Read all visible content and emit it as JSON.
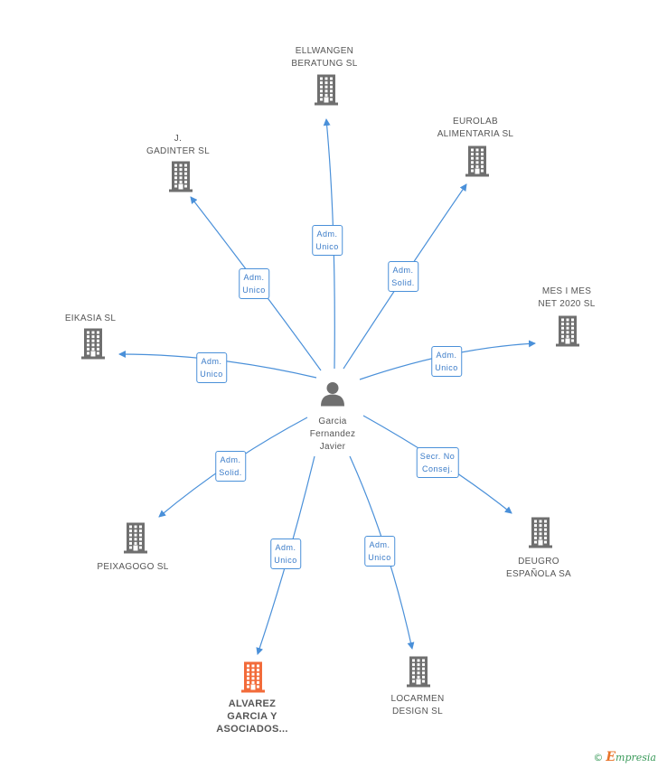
{
  "center": {
    "name_lines": [
      "Garcia",
      "Fernandez",
      "Javier"
    ]
  },
  "colors": {
    "line": "#4a90d9",
    "building": "#6f6f6f",
    "highlight": "#f26b3a",
    "text": "#555555"
  },
  "nodes": [
    {
      "id": "ellwangen",
      "lines": [
        "ELLWANGEN",
        "BERATUNG SL"
      ],
      "rel": [
        "Adm.",
        "Unico"
      ]
    },
    {
      "id": "gadinter",
      "lines": [
        "J.",
        "GADINTER SL"
      ],
      "rel": [
        "Adm.",
        "Unico"
      ]
    },
    {
      "id": "eurolab",
      "lines": [
        "EUROLAB",
        "ALIMENTARIA SL"
      ],
      "rel": [
        "Adm.",
        "Solid."
      ]
    },
    {
      "id": "mesimes",
      "lines": [
        "MES I MES",
        "NET 2020 SL"
      ],
      "rel": [
        "Adm.",
        "Unico"
      ]
    },
    {
      "id": "eikasia",
      "lines": [
        "EIKASIA SL"
      ],
      "rel": [
        "Adm.",
        "Unico"
      ]
    },
    {
      "id": "peixagogo",
      "lines": [
        "PEIXAGOGO SL"
      ],
      "rel": [
        "Adm.",
        "Solid."
      ]
    },
    {
      "id": "deugro",
      "lines": [
        "DEUGRO",
        "ESPAÑOLA SA"
      ],
      "rel": [
        "Secr. No",
        "Consej."
      ]
    },
    {
      "id": "alvarez",
      "lines": [
        "ALVAREZ",
        "GARCIA Y",
        "ASOCIADOS..."
      ],
      "rel": [
        "Adm.",
        "Unico"
      ],
      "highlight": true
    },
    {
      "id": "locarmen",
      "lines": [
        "LOCARMEN",
        "DESIGN SL"
      ],
      "rel": [
        "Adm.",
        "Unico"
      ]
    }
  ],
  "footer": {
    "copyright": "©",
    "brand_initial": "E",
    "brand_rest": "mpresia"
  }
}
